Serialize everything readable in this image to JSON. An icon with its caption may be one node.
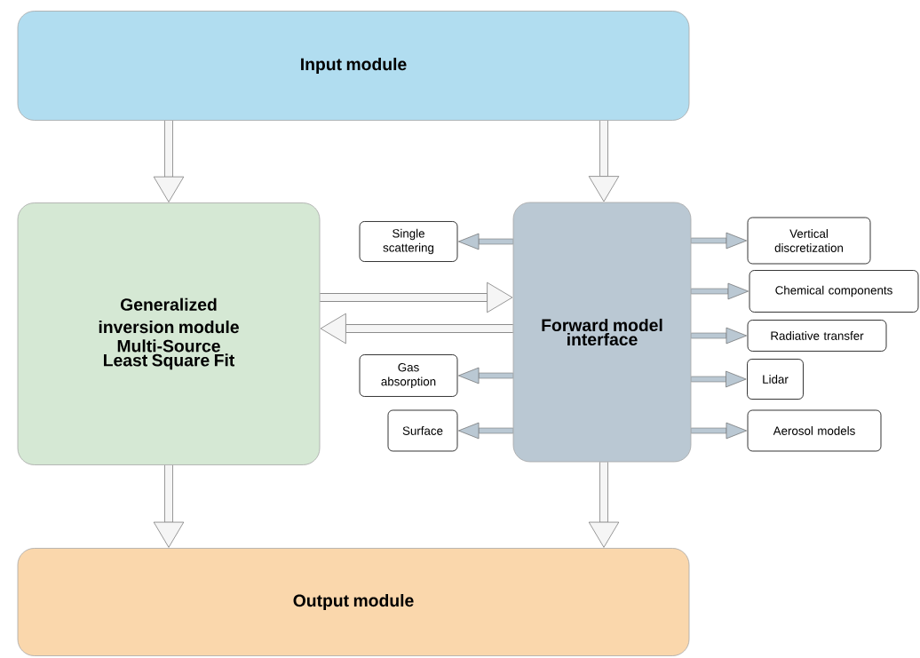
{
  "diagram": {
    "nodes": [
      {
        "text": [
          "Input module"
        ]
      },
      {
        "text": [
          "Generalized inversion module",
          "Multi-Source Least Square Fit"
        ]
      },
      {
        "text": [
          "Forward model interface"
        ]
      },
      {
        "text": [
          "Output module"
        ]
      },
      {
        "text": [
          "Single scattering"
        ]
      },
      {
        "text": [
          "Gas absorption"
        ]
      },
      {
        "text": [
          "Surface"
        ]
      },
      {
        "text": [
          "Vertical discretization"
        ]
      },
      {
        "text": [
          "Chemical components"
        ]
      },
      {
        "text": [
          "Radiative transfer"
        ]
      },
      {
        "text": [
          "Lidar"
        ]
      },
      {
        "text": [
          "Aerosol models"
        ]
      }
    ],
    "edges": [
      {
        "from": 0,
        "to": 1,
        "arrow": "to"
      },
      {
        "from": 0,
        "to": 2,
        "arrow": "to"
      },
      {
        "from": 1,
        "to": 2,
        "arrow": "to"
      },
      {
        "from": 2,
        "to": 1,
        "arrow": "to"
      },
      {
        "from": 2,
        "to": 4,
        "arrow": "to"
      },
      {
        "from": 2,
        "to": 5,
        "arrow": "to"
      },
      {
        "from": 2,
        "to": 6,
        "arrow": "to"
      },
      {
        "from": 2,
        "to": 7,
        "arrow": "to"
      },
      {
        "from": 2,
        "to": 8,
        "arrow": "to"
      },
      {
        "from": 2,
        "to": 9,
        "arrow": "to"
      },
      {
        "from": 2,
        "to": 10,
        "arrow": "to"
      },
      {
        "from": 2,
        "to": 11,
        "arrow": "to"
      },
      {
        "from": 1,
        "to": 3,
        "arrow": "to"
      },
      {
        "from": 2,
        "to": 3,
        "arrow": "to"
      }
    ]
  }
}
